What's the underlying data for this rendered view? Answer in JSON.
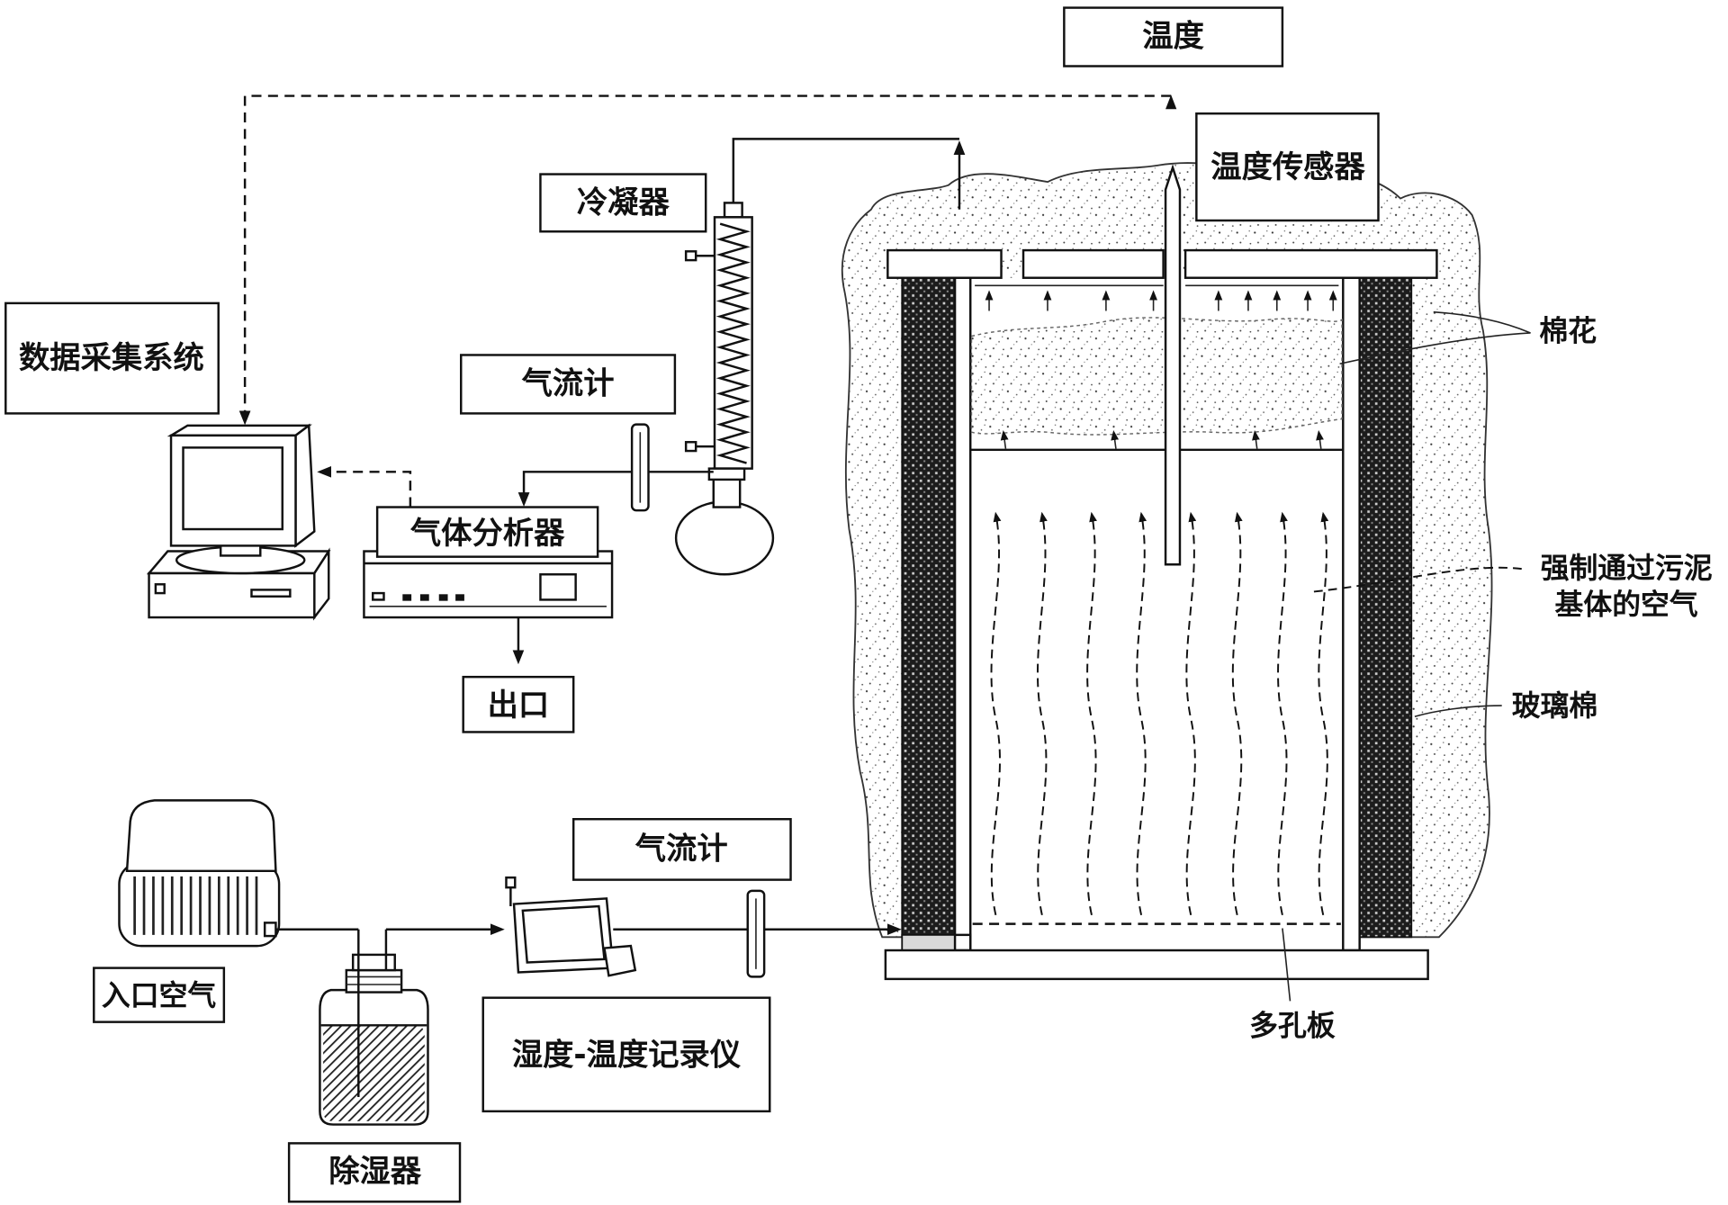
{
  "diagram": {
    "temperature_label": "温度",
    "temperature_sensor_label": "温度传感器",
    "condenser_label": "冷凝器",
    "data_acquisition_label": "数据采集系统",
    "upper_flowmeter_label": "气流计",
    "gas_analyzer_label": "气体分析器",
    "outlet_label": "出口",
    "cotton_label": "棉花",
    "forced_air_label": [
      "强制通过污泥",
      "基体的空气"
    ],
    "glass_wool_label": "玻璃棉",
    "lower_flowmeter_label": "气流计",
    "inlet_air_label": "入口空气",
    "recorder_label": "湿度-温度记录仪",
    "dehumidifier_label": "除湿器",
    "porous_plate_label": "多孔板"
  }
}
